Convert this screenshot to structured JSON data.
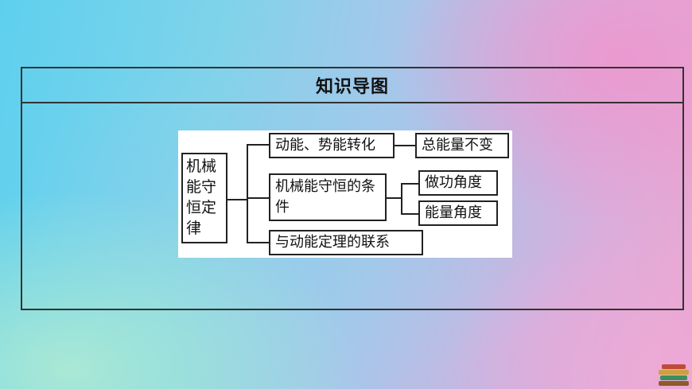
{
  "header": {
    "title": "知识导图"
  },
  "diagram": {
    "root": "机械能守恒定律",
    "branch1": "动能、势能转化",
    "branch1_child": "总能量不变",
    "branch2": "机械能守恒的条件",
    "branch2_child1": "做功角度",
    "branch2_child2": "能量角度",
    "branch3": "与动能定理的联系"
  },
  "decoration": {
    "icon": "books-stack-icon"
  },
  "colors": {
    "border": "#222222",
    "diagram_bg": "#ffffff"
  }
}
